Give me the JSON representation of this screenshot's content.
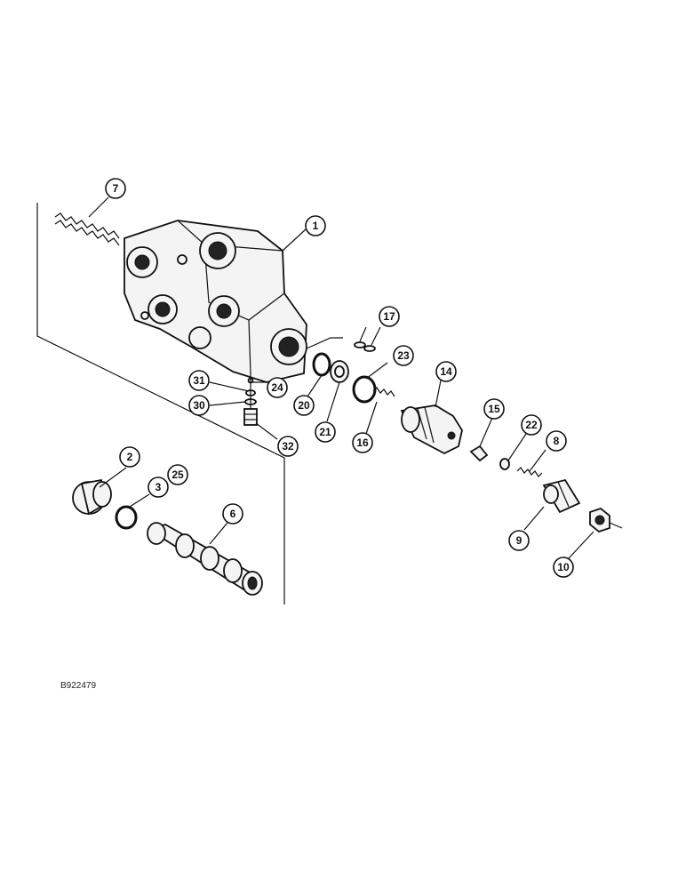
{
  "drawing_id": "B922479",
  "callouts": [
    {
      "id": "c1",
      "label": "1"
    },
    {
      "id": "c2",
      "label": "2"
    },
    {
      "id": "c3",
      "label": "3"
    },
    {
      "id": "c25",
      "label": "25"
    },
    {
      "id": "c6",
      "label": "6"
    },
    {
      "id": "c7",
      "label": "7"
    },
    {
      "id": "c8",
      "label": "8"
    },
    {
      "id": "c9",
      "label": "9"
    },
    {
      "id": "c10",
      "label": "10"
    },
    {
      "id": "c14",
      "label": "14"
    },
    {
      "id": "c15",
      "label": "15"
    },
    {
      "id": "c16",
      "label": "16"
    },
    {
      "id": "c17",
      "label": "17"
    },
    {
      "id": "c20",
      "label": "20"
    },
    {
      "id": "c21",
      "label": "21"
    },
    {
      "id": "c22",
      "label": "22"
    },
    {
      "id": "c23",
      "label": "23"
    },
    {
      "id": "c24",
      "label": "24"
    },
    {
      "id": "c30",
      "label": "30"
    },
    {
      "id": "c31",
      "label": "31"
    },
    {
      "id": "c32",
      "label": "32"
    }
  ]
}
